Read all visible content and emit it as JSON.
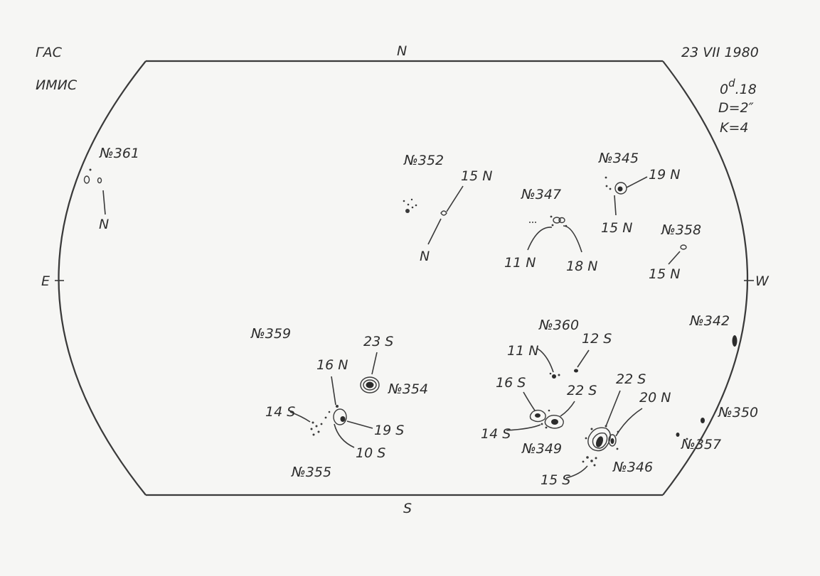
{
  "header": {
    "observatory_line1": "ГАС",
    "observatory_line2": "ИМИС",
    "date": "23 VII 1980",
    "time_prefix": "0",
    "time_super": "d",
    "time_suffix": ".18",
    "diameter": "D=2″",
    "k_value": "K=4"
  },
  "directions": {
    "north": "N",
    "south": "S",
    "east": "E",
    "west": "W"
  },
  "groups": {
    "g361": {
      "number": "№361",
      "lat": "N"
    },
    "g352": {
      "number": "№352",
      "lat_a": "15 N",
      "lat_b": "N"
    },
    "g347": {
      "number": "№347",
      "lat_a": "11 N",
      "lat_b": "18 N"
    },
    "g345": {
      "number": "№345",
      "lat_a": "19 N",
      "lat_b": "15 N"
    },
    "g358": {
      "number": "№358",
      "lat": "15 N"
    },
    "g342": {
      "number": "№342"
    },
    "g359": {
      "number": "№359"
    },
    "g354": {
      "number": "№354",
      "lat": "23 S"
    },
    "g355": {
      "number": "№355",
      "lat_a": "16 N",
      "lat_b": "14 S",
      "lat_c": "19 S",
      "lat_d": "10 S"
    },
    "g360": {
      "number": "№360",
      "lat_a": "11 N",
      "lat_b": "12 S"
    },
    "g349": {
      "number": "№349",
      "lat_a": "16 S",
      "lat_b": "22 S",
      "lat_c": "14 S"
    },
    "g346": {
      "number": "№346",
      "lat_a": "22 S",
      "lat_b": "20 N",
      "lat_c": "15 S"
    },
    "g350": {
      "number": "№350"
    },
    "g357": {
      "number": "№357"
    }
  }
}
